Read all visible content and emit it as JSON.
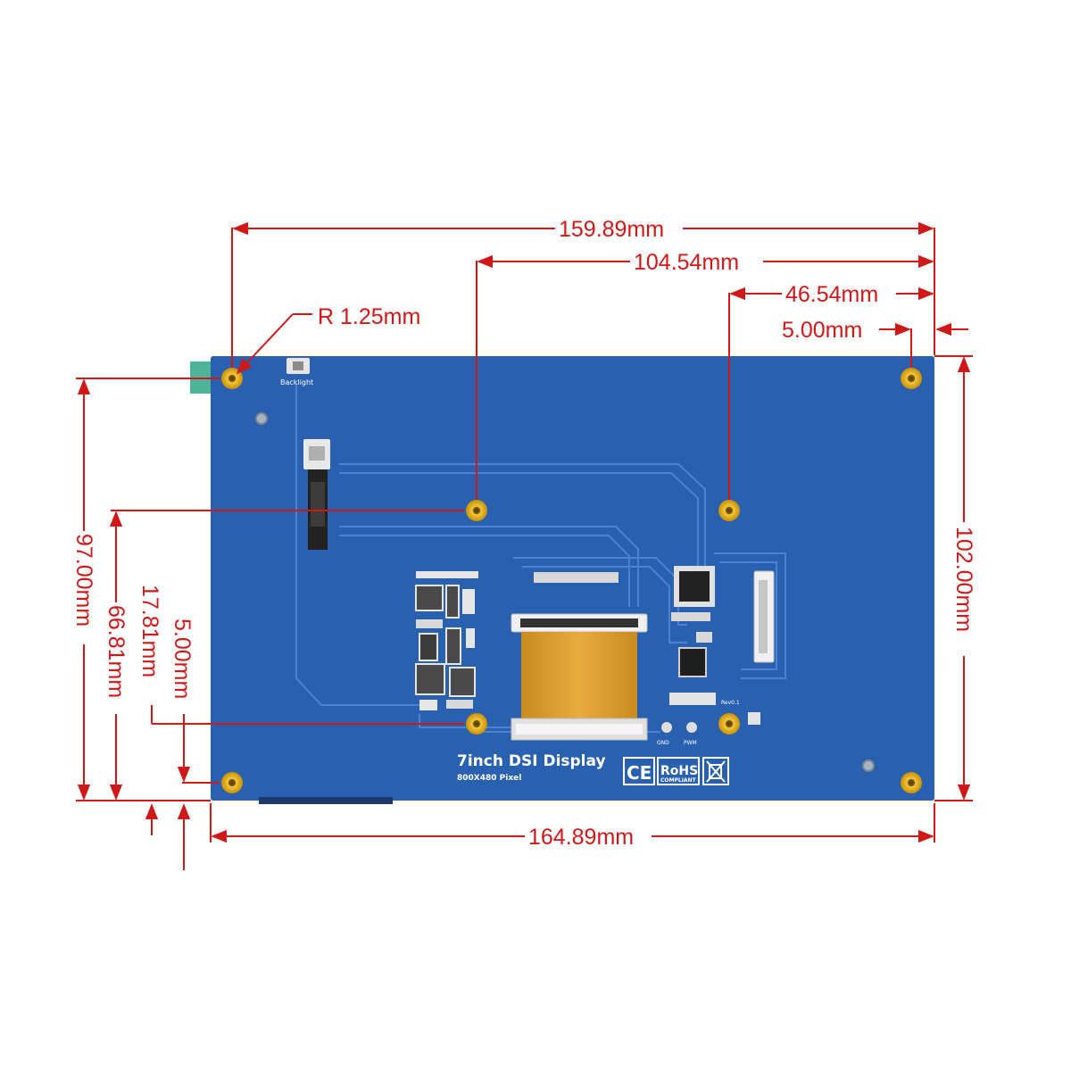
{
  "board": {
    "title": "7inch DSI Display",
    "subtitle": "800X480 Pixel",
    "backlight_label": "Backlight",
    "gnd_label": "GND",
    "pwm_label": "PWM",
    "rev_label": "Rev0.1",
    "cert_ce": "CE",
    "cert_rohs": "RoHS",
    "cert_rohs_sub": "COMPLIANT",
    "pcb_color": "#2960b0",
    "standoff_color": "#e0b21a",
    "flex_color": "#d89a2c"
  },
  "dimensions": {
    "top_width_holes": "159.89mm",
    "mid_hole_offset": "104.54mm",
    "right_hole_offset": "46.54mm",
    "edge_to_hole": "5.00mm",
    "corner_radius": "R 1.25mm",
    "right_height": "102.00mm",
    "left_height_holes": "97.00mm",
    "left_mid_height": "66.81mm",
    "left_low_height": "17.81mm",
    "left_edge_to_hole": "5.00mm",
    "bottom_width": "164.89mm"
  },
  "colors": {
    "dimension": "#d01818"
  }
}
